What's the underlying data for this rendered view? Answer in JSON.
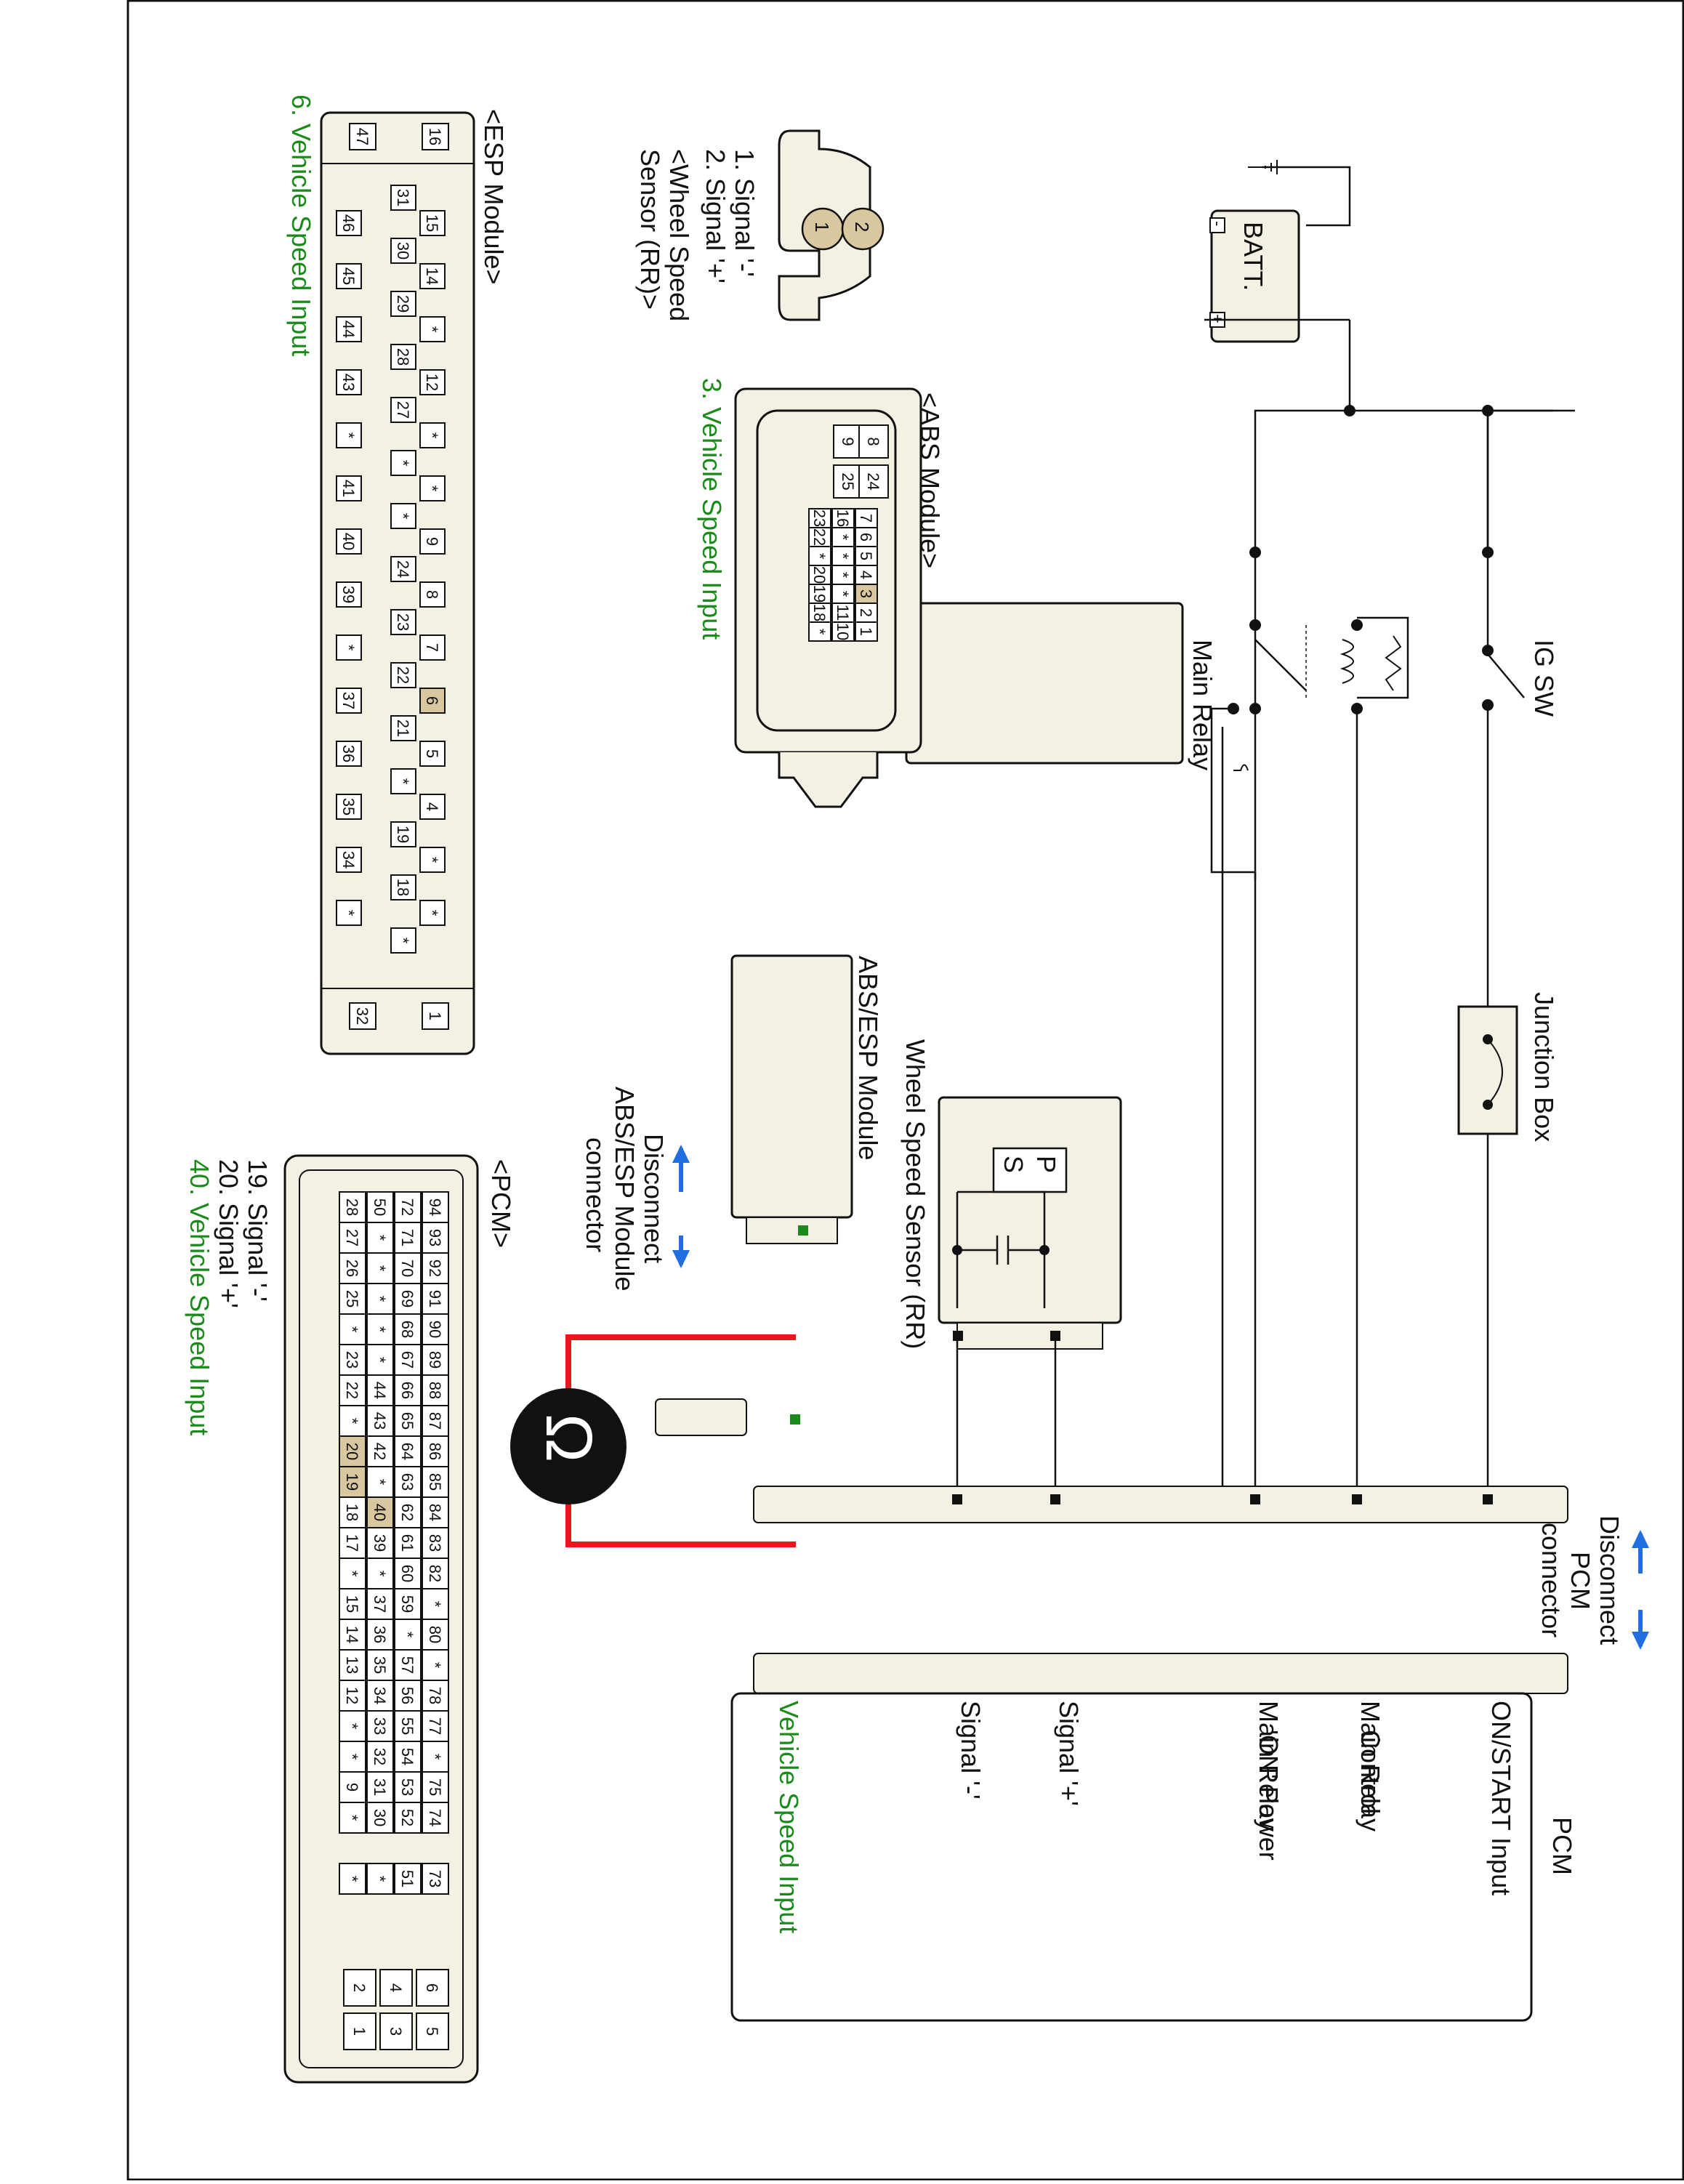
{
  "battery": {
    "label": "BATT.",
    "plus": "+",
    "minus": "-"
  },
  "ig_switch": {
    "label": "IG SW"
  },
  "main_relay": {
    "label": "Main Relay"
  },
  "junction_box": {
    "label": "Junction Box"
  },
  "wheel_speed_sensor": {
    "label": "Wheel Speed Sensor (RR)",
    "p": "P",
    "s": "S"
  },
  "abs_esp_module": {
    "label": "ABS/ESP Module"
  },
  "disconnect_abs": {
    "lines": [
      "Disconnect",
      "ABS/ESP Module",
      "connector"
    ]
  },
  "disconnect_pcm": {
    "lines": [
      "Disconnect",
      "PCM",
      "connector"
    ]
  },
  "ohmmeter": {
    "symbol": "Ω"
  },
  "pcm": {
    "title": "PCM",
    "pins": [
      {
        "label": "ON/START Input",
        "green": false
      },
      {
        "label": "Main Relay\nControl",
        "green": false
      },
      {
        "label": "Main Relay\n'ON' Power",
        "green": false
      },
      {
        "label": "Signal '+'",
        "green": false
      },
      {
        "label": "Signal '-'",
        "green": false
      },
      {
        "label": "Vehicle Speed Input",
        "green": true
      }
    ]
  },
  "wss_connector": {
    "title": "<Wheel Speed\nSensor (RR)>",
    "pins": [
      "1",
      "2"
    ],
    "legend": [
      "1. Signal '-'",
      "2. Signal '+'"
    ]
  },
  "abs_connector": {
    "title": "<ABS Module>",
    "pins_big": [
      "9",
      "8",
      "25",
      "24"
    ],
    "row1": [
      "7",
      "6",
      "5",
      "4",
      "3",
      "2",
      "1"
    ],
    "row2": [
      "16",
      "*",
      "*",
      "*",
      "*",
      "11",
      "10"
    ],
    "row3": [
      "23",
      "22",
      "*",
      "20",
      "19",
      "18",
      "*"
    ],
    "highlight": "3",
    "legend": "3. Vehicle Speed Input"
  },
  "esp_connector": {
    "title": "<ESP Module>",
    "corner_top": [
      "16",
      "47"
    ],
    "corner_bottom": [
      "1",
      "32"
    ],
    "row_a": [
      "15",
      "14",
      "*",
      "12",
      "*",
      "*",
      "9",
      "8",
      "7",
      "6",
      "5",
      "4",
      "*",
      "*"
    ],
    "row_b": [
      "31",
      "30",
      "29",
      "28",
      "27",
      "*",
      "*",
      "24",
      "23",
      "22",
      "21",
      "*",
      "19",
      "18",
      "*"
    ],
    "row_c": [
      "46",
      "45",
      "44",
      "43",
      "*",
      "41",
      "40",
      "39",
      "*",
      "37",
      "36",
      "35",
      "34",
      "*"
    ],
    "highlight": "6",
    "legend": "6. Vehicle Speed Input"
  },
  "pcm_connector": {
    "title": "<PCM>",
    "rows": [
      [
        "94",
        "93",
        "92",
        "91",
        "90",
        "89",
        "88",
        "87",
        "86",
        "85",
        "84",
        "83",
        "82",
        "*",
        "80",
        "*",
        "78",
        "77",
        "*",
        "75",
        "74",
        "",
        "73"
      ],
      [
        "72",
        "71",
        "70",
        "69",
        "68",
        "67",
        "66",
        "65",
        "64",
        "63",
        "62",
        "61",
        "60",
        "59",
        "*",
        "57",
        "56",
        "55",
        "54",
        "53",
        "52",
        "",
        "51"
      ],
      [
        "50",
        "*",
        "*",
        "*",
        "*",
        "*",
        "44",
        "43",
        "42",
        "*",
        "40",
        "39",
        "*",
        "37",
        "36",
        "35",
        "34",
        "33",
        "32",
        "31",
        "30",
        "",
        "*"
      ],
      [
        "28",
        "27",
        "26",
        "25",
        "*",
        "23",
        "22",
        "*",
        "20",
        "19",
        "18",
        "17",
        "*",
        "15",
        "14",
        "13",
        "12",
        "*",
        "*",
        "9",
        "*",
        "",
        "*"
      ]
    ],
    "small_pins": [
      "6",
      "4",
      "2",
      "5",
      "3",
      "1"
    ],
    "highlights": [
      "40",
      "20",
      "19"
    ],
    "legend": [
      "19. Signal '-'",
      "20. Signal '+'",
      "40. Vehicle Speed Input"
    ]
  },
  "colors": {
    "wire": "#111111",
    "meter_lead": "#e8191d",
    "arrow": "#1f6fe0",
    "green_text": "#1a8a1a",
    "connector_fill": "#f3f0e4",
    "highlight_fill": "#d9c7a0",
    "terminal_green": "#1a8a1a"
  }
}
